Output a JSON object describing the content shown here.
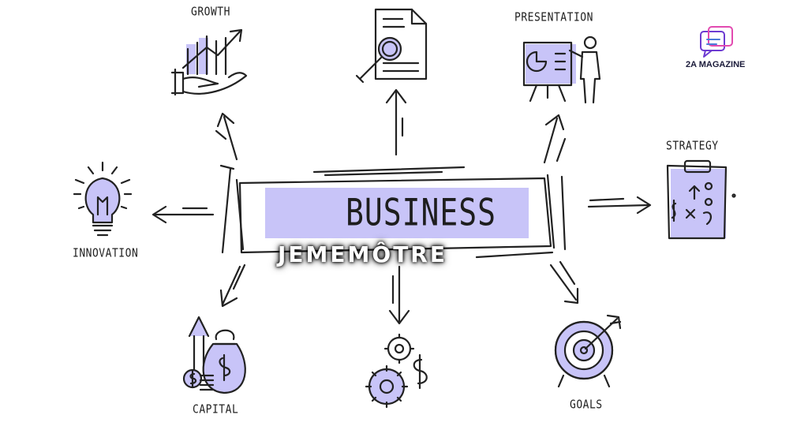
{
  "diagram": {
    "center_label": "BUSINESS",
    "watermark": "JEMEMÔTRE",
    "brand": "2A MAGAZINE",
    "accent_color": "#c8c4f8",
    "nodes": [
      {
        "label": "GROWTH",
        "icon": "growth-hand-chart-icon"
      },
      {
        "label": "",
        "icon": "research-document-magnifier-icon"
      },
      {
        "label": "PRESENTATION",
        "icon": "presentation-board-icon"
      },
      {
        "label": "STRATEGY",
        "icon": "strategy-clipboard-icon"
      },
      {
        "label": "INNOVATION",
        "icon": "lightbulb-icon"
      },
      {
        "label": "CAPITAL",
        "icon": "money-bag-icon"
      },
      {
        "label": "",
        "icon": "gears-dollar-icon"
      },
      {
        "label": "GOALS",
        "icon": "target-arrow-icon"
      }
    ]
  }
}
